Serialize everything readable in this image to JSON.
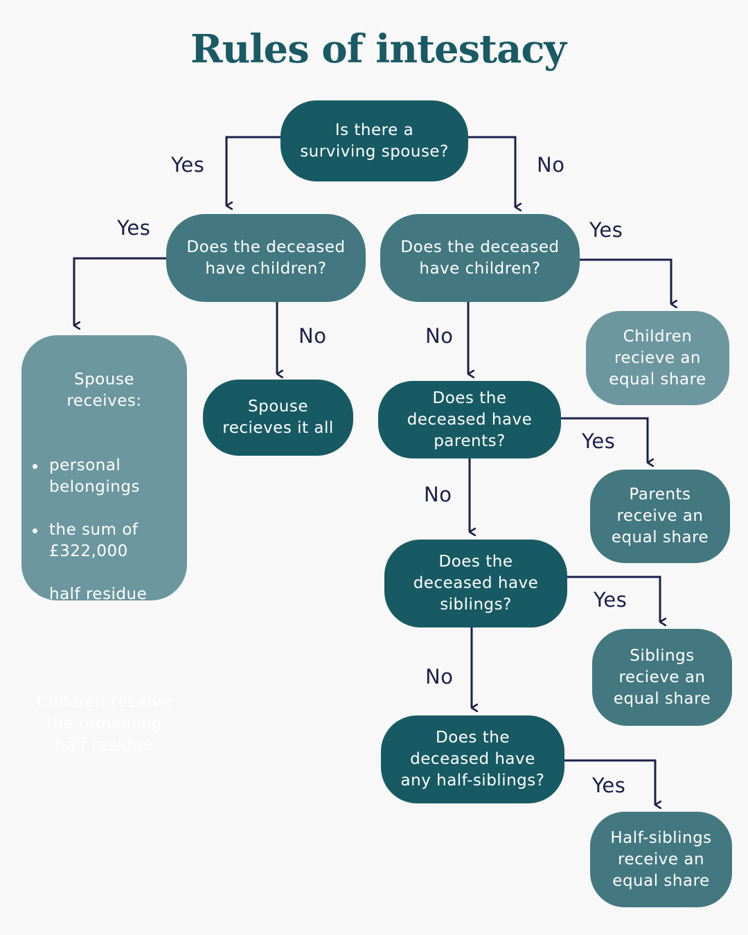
{
  "title": "Rules of intestacy",
  "nodes": {
    "spouse_q": "Is there a\nsurviving spouse?",
    "children_q_left": "Does the deceased\nhave children?",
    "children_q_right": "Does the deceased\nhave children?",
    "spouse_all": "Spouse\nrecieves it all",
    "children_equal": "Children\nrecieve an\nequal share",
    "parents_q": "Does the\ndeceased have\nparents?",
    "parents_equal": "Parents\nreceive an\nequal share",
    "siblings_q": "Does the\ndeceased have\nsiblings?",
    "siblings_equal": "Siblings\nrecieve an\nequal share",
    "half_siblings_q": "Does the\ndeceased have\nany half-siblings?",
    "half_siblings_equal": "Half-siblings\nreceive an\nequal share"
  },
  "spouse_receives": {
    "heading": "Spouse\nreceives:",
    "items": [
      "personal\nbelongings",
      "the sum of\n£322,000",
      "half residue"
    ],
    "footer": "Children receive\nthe remaining\nhalf residue"
  },
  "labels": {
    "yes": "Yes",
    "no": "No"
  },
  "colors": {
    "background": "#f8f8f8",
    "title": "#1a5a64",
    "box_dark": "#175a63",
    "box_mid": "#437880",
    "box_light": "#6c979e",
    "arrow": "#1c1f4a"
  }
}
